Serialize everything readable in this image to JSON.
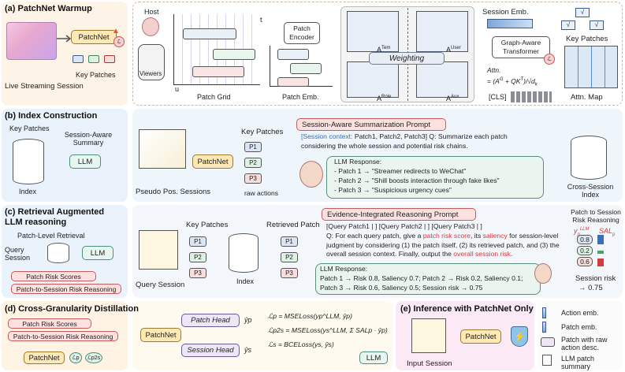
{
  "panels": {
    "a": {
      "title": "(a) PatchNet Warmup",
      "live_session": "Live Streaming Session",
      "patchnet": "PatchNet",
      "key_patches": "Key Patches",
      "host": "Host",
      "viewers": "Viewers",
      "t": "t",
      "u": "u",
      "patch_grid": "Patch Grid",
      "patch_encoder": "Patch Encoder",
      "patch_emb": "Patch Emb.",
      "a_tem": "A",
      "a_tem_sup": "Tem",
      "a_user": "A",
      "a_user_sup": "User",
      "a_role": "A",
      "a_role_sup": "Role",
      "a_aux": "A",
      "a_aux_sup": "Aux.",
      "weighting": "Weighting",
      "session_emb": "Session Emb.",
      "gat": "Graph-Aware Transformer",
      "attn_label": "Attn.",
      "attn_formula": "= (A",
      "cls": "[CLS]",
      "attn_map": "Attn. Map",
      "key_patches_right": "Key Patches",
      "loss_g": "ℒg"
    },
    "b": {
      "title": "(b) Index Construction",
      "key_patches": "Key Patches",
      "session_aware": "Session-Aware Summary",
      "llm": "LLM",
      "index": "Index",
      "patchnet": "PatchNet",
      "pseudo": "Pseudo Pos. Sessions",
      "key_patches2": "Key Patches",
      "p1": "P1",
      "p2": "P2",
      "p3": "P3",
      "raw_actions": "raw actions",
      "prompt_title": "Session-Aware Summarization Prompt",
      "prompt_ctx": "[Session context:",
      "prompt_rest": " Patch1, Patch2, Patch3] Q: Summarize each patch considering the whole session and potential risk chains.",
      "resp_title": "LLM Response:",
      "resp": [
        "- Patch 1 → \"Streamer redirects to WeChat\"",
        "- Patch 2 → \"Shill boosts interaction through fake likes\"",
        "- Patch 3 → \"Suspicious urgency cues\""
      ],
      "cross_index": "Cross-Session Index"
    },
    "c": {
      "title": "(c) Retrieval Augmented LLM reasoning",
      "patch_level": "Patch-Level Retrieval",
      "query_session": "Query Session",
      "llm": "LLM",
      "risk_scores": "Patch Risk Scores",
      "p2s": "Patch-to-Session Risk Reasoning",
      "key_patches": "Key Patches",
      "retrieved": "Retrieved Patch",
      "query_session2": "Query Session",
      "index": "Index",
      "prompt_title": "Evidence-Integrated Reasoning Prompt",
      "prompt_q": "[Query Patch1 |  ] [Query Patch2 |  ] [Query Patch3 |  ]",
      "prompt_body1": "Q: For each query patch, give a ",
      "prompt_red1": "patch risk score",
      "prompt_body2": ", its ",
      "prompt_red2": "saliency",
      "prompt_body3": " for session-level judgment by considering (1) the patch itself, (2) its retrieved patch, and (3) the overall session context. Finally, output the ",
      "prompt_red3": "overall session risk",
      "prompt_end": ".",
      "resp_title": "LLM Response:",
      "resp1": "Patch 1 → Risk 0.8, Saliency 0.7; Patch 2 → Risk 0.2, Saliency 0.1;",
      "resp2": "Patch 3 → Risk 0.6, Saliency 0.5; Session risk → 0.75",
      "p2s_title": "Patch to Session Risk Reasoning",
      "bar_vals": [
        "0.8",
        "0.2",
        "0.6"
      ],
      "y_llm": "y",
      "sal": "SAL",
      "session_risk": "Session risk",
      "session_val": "→ 0.75"
    },
    "d": {
      "title": "(d) Cross-Granularity Distillation",
      "risk_scores": "Patch Risk Scores",
      "p2s": "Patch-to-Session Risk Reasoning",
      "patchnet": "PatchNet",
      "patch_head": "Patch Head",
      "session_head": "Session Head",
      "yp": "ŷp",
      "ys": "ŷs",
      "lp": "ℒp = MSELoss(yp^LLM, ŷp)",
      "lp2s": "ℒp2s = MSELoss(ys^LLM, Σ SALp · ŷp)",
      "ls": "ℒs = BCELoss(ys, ŷs)",
      "llm": "LLM"
    },
    "e": {
      "title": "(e) Inference with PatchNet Only",
      "input_session": "Input Session",
      "patchnet": "PatchNet"
    }
  },
  "legend": {
    "action_emb": "Action emb.",
    "patch_emb": "Patch emb.",
    "patch_raw": "Patch with raw action desc.",
    "llm_summary": "LLM patch summary"
  }
}
